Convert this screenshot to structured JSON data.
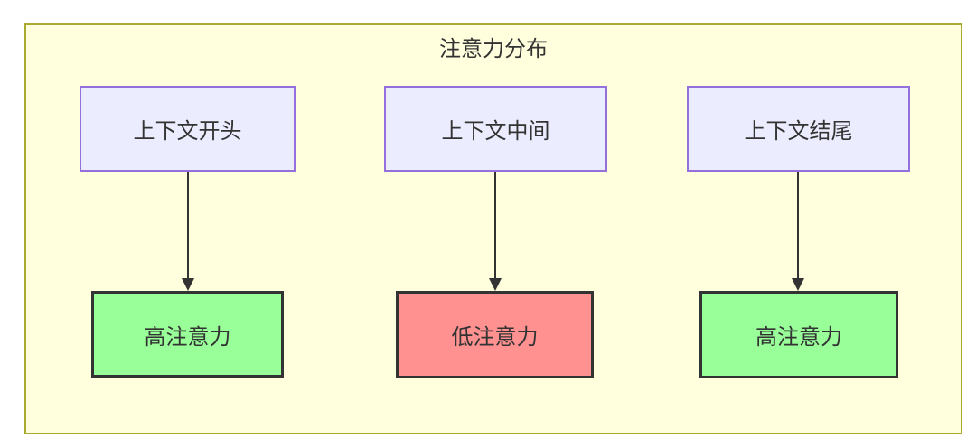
{
  "diagram": {
    "type": "flowchart-top-down",
    "title": "注意力分布",
    "columns": [
      {
        "source": "上下文开头",
        "target": "高注意力",
        "attention": "high"
      },
      {
        "source": "上下文中间",
        "target": "低注意力",
        "attention": "low"
      },
      {
        "source": "上下文结尾",
        "target": "高注意力",
        "attention": "high"
      }
    ],
    "edges": [
      {
        "from": "上下文开头",
        "to": "高注意力"
      },
      {
        "from": "上下文中间",
        "to": "低注意力"
      },
      {
        "from": "上下文结尾",
        "to": "高注意力"
      }
    ],
    "colors": {
      "container_fill": "#ffffde",
      "container_border": "#aaaa33",
      "source_node_fill": "#ececff",
      "source_node_border": "#9370db",
      "high_attention_fill": "#99ff99",
      "low_attention_fill": "#ff9191",
      "result_node_border": "#333333",
      "text": "#333333",
      "arrow": "#333333"
    }
  }
}
